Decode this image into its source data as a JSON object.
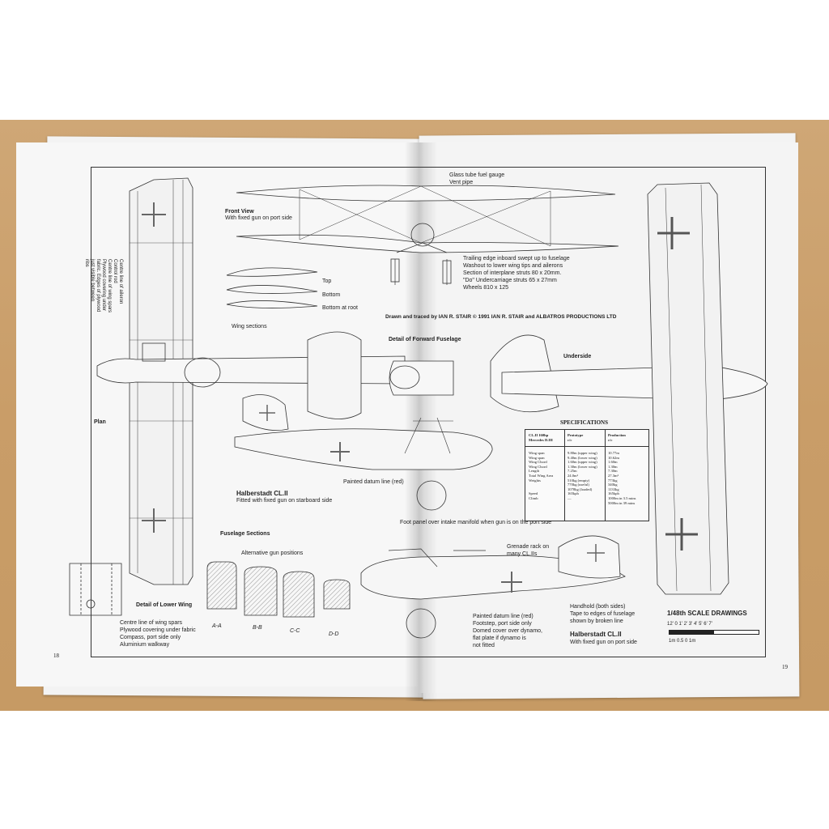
{
  "page_numbers": {
    "left": "18",
    "right": "19"
  },
  "labels": {
    "front_view": "Front View",
    "front_view_sub": "With fixed gun on port side",
    "fuel_gauge": "Glass tube fuel gauge",
    "vent_pipe": "Vent pipe",
    "trailing_edge": "Trailing edge inboard swept up to fuselage",
    "washout": "Washout to lower wing tips and ailerons",
    "interplane": "Section of interplane struts 80 x 20mm.",
    "undercarriage": "\"Do\" Undercarriage struts 65 x 27mm",
    "wheels": "Wheels 810 x 125",
    "top": "Top",
    "bottom": "Bottom",
    "bottom_root": "Bottom at root",
    "wing_sections": "Wing sections",
    "credit": "Drawn and traced by IAN R. STAIR © 1991 IAN R. STAIR and ALBATROS PRODUCTIONS LTD",
    "detail_fuselage": "Detail of Forward Fuselage",
    "underside": "Underside",
    "plan": "Plan",
    "halb_title": "Halberstadt CL.II",
    "halb_sub": "Fitted with fixed gun on starboard side",
    "datum": "Painted datum line (red)",
    "fuselage_sections": "Fuselage Sections",
    "alt_gun": "Alternative gun positions",
    "detail_lower_wing": "Detail of Lower Wing",
    "spars": "Centre line of wing spars",
    "plywood": "Plywood covering under fabric",
    "compass": "Compass, port side only",
    "walkway": "Aluminium walkway",
    "foot_panel": "Foot panel over intake manifold when gun is on the port side",
    "grenade": "Grenade rack on",
    "grenade2": "many CL.IIs",
    "handhold": "Handhold (both sides)",
    "tape": "Tape to edges of fuselage",
    "tape2": "shown by broken line",
    "datum2": "Painted datum line (red)",
    "footstep": "Footstep, port side only",
    "domed": "Domed cover over dynamo,",
    "flat": "flat plate if dynamo is",
    "notfitted": "not fitted",
    "halb2_title": "Halberstadt CL.II",
    "halb2_sub": "With fixed gun on port side",
    "scale_title": "1/48th SCALE DRAWINGS",
    "scale_ft": "12'  0   1'   2'   3'   4'   5'   6'   7'",
    "scale_m": "1m    0.5       0                     1m",
    "sec_aa": "A-A",
    "sec_bb": "B-B",
    "sec_cc": "C-C",
    "sec_dd": "D-D",
    "vert_1": "Centre line of aileron",
    "vert_2": "Control rod",
    "vert_3": "Centre line of wing spars",
    "vert_4": "Plywood covering under",
    "vert_5": "fabric. Edges of plywood",
    "vert_6": "just visible between",
    "vert_7": "ribs"
  },
  "specs": {
    "title": "SPECIFICATIONS",
    "col1": "CL.II 160hp\nMercedes D.III",
    "col2": "Prototype\nc/c",
    "col3": "Production\nc/c",
    "rows1": "Wing span\nWing span\nWing Chord\nWing Chord\nLength\nTotal Wing Area\nWeights\n\n\nSpeed\nClimb",
    "rows2": "9.80m (upper wing)\n9.40m (lower wing)\n1.60m (upper wing)\n1.30m (lower wing)\n7.25m\n24.0m²\n510kg (empty)\n770kg (useful)\n1078kg (loaded)\n165kph\n—",
    "rows3": "10.77m\n10.62m\n1.60m\n1.30m\n7.30m\n27.3m²\n773kg\n340kg\n1133kg\n165kph\n1000m in 3.5 mins\n5000m in 39 mins"
  }
}
